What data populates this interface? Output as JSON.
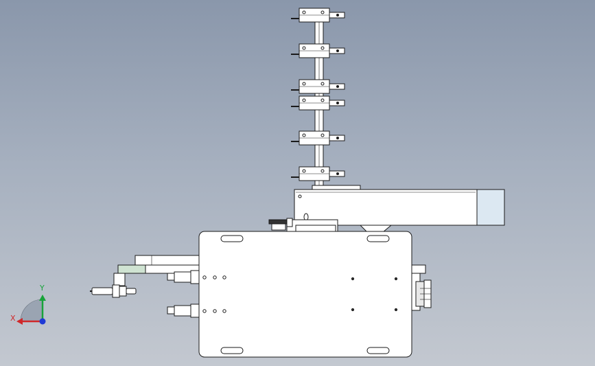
{
  "viewport": {
    "background_top": "#8a97ab",
    "background_bottom": "#c3c8d0"
  },
  "triad": {
    "x_label": "X",
    "y_label": "Y",
    "x_color": "#d0282a",
    "y_color": "#18a33a",
    "z_color": "#1f3ad6"
  },
  "model": {
    "part_fill": "#ffffff",
    "edge_color": "#1a1a1a",
    "accent_fill": "#cfe3d2",
    "tint_fill": "#dce8f2",
    "sensor_count": 6
  }
}
